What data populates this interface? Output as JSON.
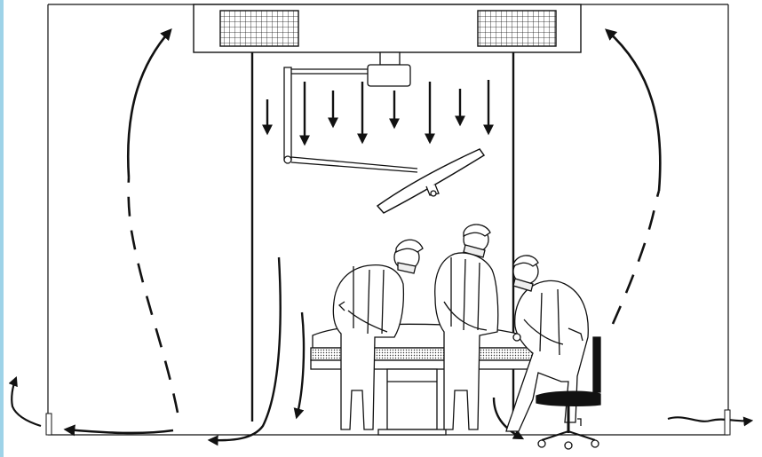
{
  "diagram": {
    "subject": "laminar-airflow-operating-room",
    "labels": [],
    "colors": {
      "line": "#111111",
      "background": "#ffffff",
      "accent_strip": "#9ed3e8"
    },
    "elements": {
      "ceiling_diffuser": "supply-air-plenum",
      "filters": [
        "hepa-filter-left",
        "hepa-filter-right"
      ],
      "curtains": [
        "air-curtain-left",
        "air-curtain-right"
      ],
      "surgical_light": "surgical-light",
      "operating_table": "operating-table",
      "staff": [
        "surgeon-left",
        "surgeon-center",
        "surgeon-right"
      ],
      "stool": "surgeon-stool",
      "return_vents": [
        "return-vent-left",
        "return-vent-right"
      ]
    },
    "airflow": {
      "downflow_arrows": 8,
      "return_paths": [
        "left-recirculation",
        "right-recirculation",
        "left-exhaust",
        "right-exhaust"
      ]
    }
  }
}
